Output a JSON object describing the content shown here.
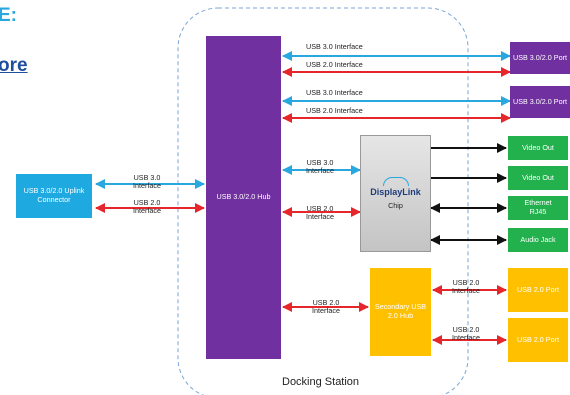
{
  "header": {
    "title_fragment": "E:",
    "link_fragment": "ore"
  },
  "colors": {
    "usb3_arrow": "#29a8e0",
    "usb2_arrow": "#e5262b",
    "black_arrow": "#111111",
    "hub": "#7030a0",
    "uplink": "#1fa9e1",
    "port_purple": "#7030a0",
    "green": "#22b14c",
    "orange": "#ffc000",
    "chip_grey": "#d0d0d0",
    "heading_blue": "#29a8e0",
    "link_blue": "#1f4e9c"
  },
  "diagram": {
    "container_label": "Docking Station",
    "uplink_label": "USB 3.0/2.0 Uplink Connector",
    "hub_label": "USB 3.0/2.0 Hub",
    "secondary_hub_label": "Secondary USB 2.0 Hub",
    "chip_brand": "DisplayLink",
    "chip_label": "Chip",
    "ports_top": [
      "USB 3.0/2.0 Port",
      "USB 3.0/2.0 Port"
    ],
    "outputs": [
      "Video Out",
      "Video Out",
      "Ethernet RJ45",
      "Audio Jack"
    ],
    "ports_bottom": [
      "USB 2.0 Port",
      "USB 2.0 Port"
    ],
    "connection_labels": {
      "usb30_interface": "USB 3.0 Interface",
      "usb20_interface": "USB 2.0 Interface",
      "uplink_usb30": "USB 3.0 Interface",
      "uplink_usb20": "USB 2.0 Interface",
      "chip_usb30": "USB 3.0 Interface",
      "chip_usb20": "USB 2.0 Interface",
      "sec_hub_usb20": "USB 2.0 Interface",
      "sec_port1_usb20": "USB 2.0 Interface",
      "sec_port2_usb20": "USB 2.0 Interface"
    }
  }
}
